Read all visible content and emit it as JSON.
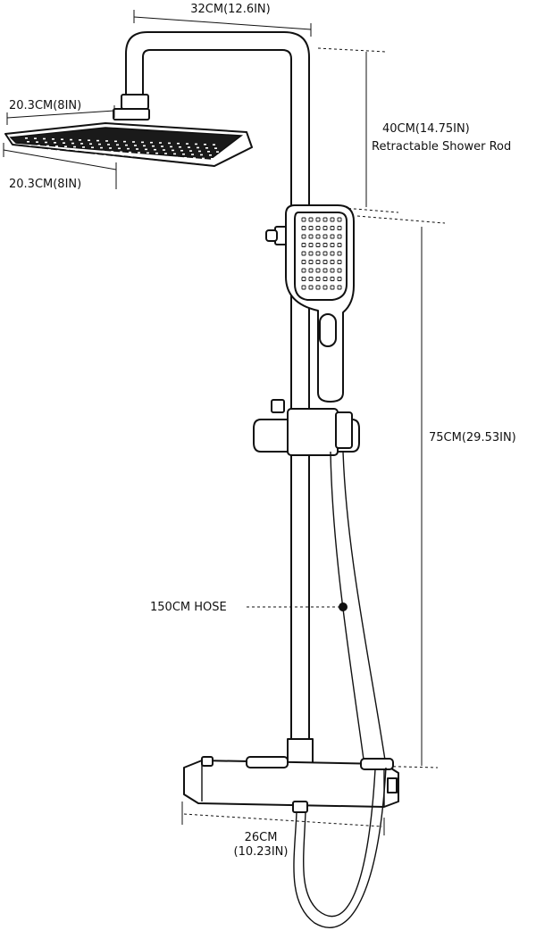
{
  "labels": {
    "top_width": "32CM(12.6IN)",
    "head_depth": "20.3CM(8IN)",
    "head_width": "20.3CM(8IN)",
    "rod_length": "40CM(14.75IN)",
    "rod_caption": "Retractable Shower Rod",
    "slide_length": "75CM(29.53IN)",
    "hose": "150CM HOSE",
    "valve_width_cm": "26CM",
    "valve_width_in": "(10.23IN)"
  },
  "colors": {
    "ink": "#111111",
    "background": "#ffffff"
  }
}
